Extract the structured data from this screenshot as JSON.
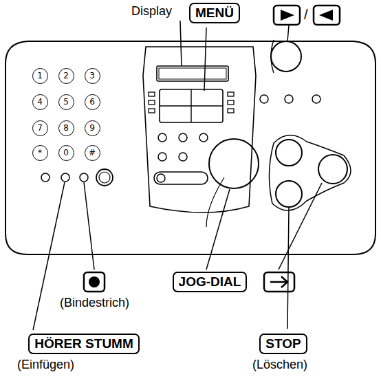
{
  "diagram": {
    "nodes": [
      {
        "text": [
          "MENÜ"
        ]
      },
      {
        "text": [
          "1"
        ]
      },
      {
        "text": [
          "2"
        ]
      },
      {
        "text": [
          "3"
        ]
      },
      {
        "text": [
          "4"
        ]
      },
      {
        "text": [
          "5"
        ]
      },
      {
        "text": [
          "6"
        ]
      },
      {
        "text": [
          "7"
        ]
      },
      {
        "text": [
          "8"
        ]
      },
      {
        "text": [
          "9"
        ]
      },
      {
        "text": [
          "*"
        ]
      },
      {
        "text": [
          "0"
        ]
      },
      {
        "text": [
          "#"
        ]
      },
      {
        "text": [
          "JOG-DIAL"
        ]
      },
      {
        "text": [
          "HÖRER STUMM"
        ]
      },
      {
        "text": [
          "STOP"
        ]
      }
    ],
    "labels": [
      "Display",
      "/",
      "(Bindestrich)",
      "(Einfügen)",
      "(Löschen)"
    ]
  }
}
